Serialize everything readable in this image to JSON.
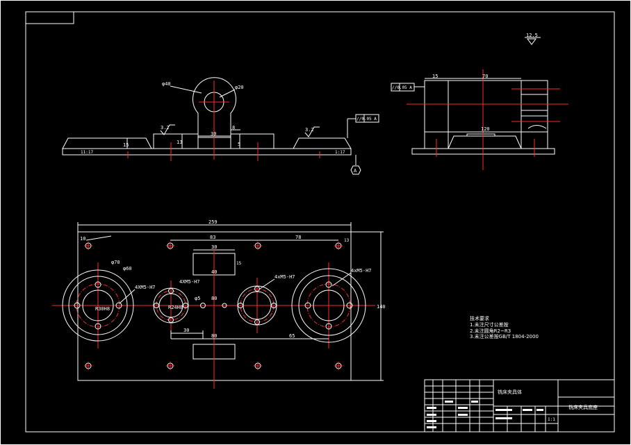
{
  "colors": {
    "background": "#000000",
    "lines": "#ffffff",
    "centerlines": "#ff2a2a"
  },
  "front_view": {
    "phi40": "φ40",
    "phi20": "φ20",
    "roughness_left": "3.2",
    "roughness_right": "3.2",
    "dim_30": "30",
    "dim_8": "8",
    "dim_15_left": "15",
    "dim_13": "13",
    "dim_5": "5",
    "parallel_tol": "//0.05 A",
    "datum": "A",
    "angle_left": "11:17",
    "angle_right": "1:17"
  },
  "side_view": {
    "parallel_tol": "//0.05 A",
    "dim_15": "15",
    "dim_70": "70",
    "dim_120": "120",
    "roughness_global": "12.5"
  },
  "plan_view": {
    "dim_259": "259",
    "dim_140": "140",
    "dim_10": "10",
    "dim_13": "13",
    "dim_83": "83",
    "dim_78": "78",
    "dim_30_top": "30",
    "dim_40": "40",
    "dim_15": "15",
    "dim_phi70": "φ70",
    "dim_phi60": "φ60",
    "dim_4xm5_a": "4XM5-H7",
    "dim_4xm5_b": "4XM5-H7",
    "dim_4xm5_c": "4xM5-H7",
    "dim_4xm5_d": "4xM5-H7",
    "dim_r30": "R30H8",
    "dim_r24": "R24H8",
    "dim_phi5": "φ5",
    "dim_80": "80",
    "dim_30_bottom": "30",
    "dim_80_bottom": "80",
    "dim_65": "65"
  },
  "notes": {
    "title": "技术要求",
    "line1": "1.未注尺寸公差按",
    "line2": "2.未注圆角R2~R3",
    "line3": "3.未注公差按GB/T 1804-2000"
  },
  "title_block": {
    "part_name": "铣床夹具体",
    "drawing_no": "铣床夹具底座",
    "scale": "1:1"
  }
}
